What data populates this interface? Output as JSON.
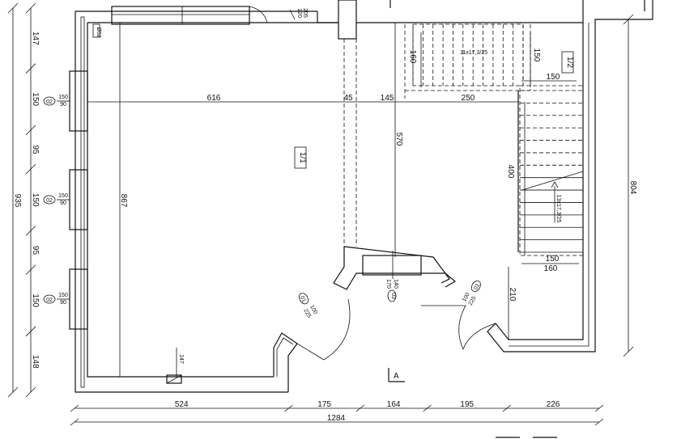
{
  "rooms": {
    "main": "1/1",
    "stairs": "1/2"
  },
  "dimensions": {
    "left": [
      "147",
      "150",
      "95",
      "150",
      "95",
      "150",
      "148"
    ],
    "left_total": "935",
    "room_width": "616",
    "room_height": "867",
    "mid_a": "45",
    "mid_b": "145",
    "mid_c": "250",
    "mid_height": "570",
    "stair_depth": "400",
    "stair_top_w": "150",
    "stair_bottom_w": "150",
    "stair_bottom_w2": "160",
    "stair_height": "160",
    "stair_height2": "150",
    "right_gap": "210",
    "right_total": "804",
    "bottom": [
      "524",
      "175",
      "164",
      "195",
      "226"
    ],
    "bottom_total": "1284",
    "top_opening_a": "120",
    "top_opening_b": "205"
  },
  "stairs": {
    "upper": "11x17,3/25",
    "lower": "13x17,3/25"
  },
  "windows": [
    {
      "tag": "02",
      "w": "150",
      "h": "90"
    },
    {
      "tag": "02",
      "w": "150",
      "h": "90"
    },
    {
      "tag": "02",
      "w": "150",
      "h": "90"
    }
  ],
  "doors": {
    "left": {
      "tag": "01",
      "w": "100",
      "h": "225"
    },
    "center": {
      "tag": "03",
      "w": "140",
      "h": "170"
    },
    "right": {
      "tag": "01",
      "w": "100",
      "h": "225"
    }
  },
  "labels": {
    "section": "A",
    "stamp": "147",
    "corner": "Ø52"
  }
}
